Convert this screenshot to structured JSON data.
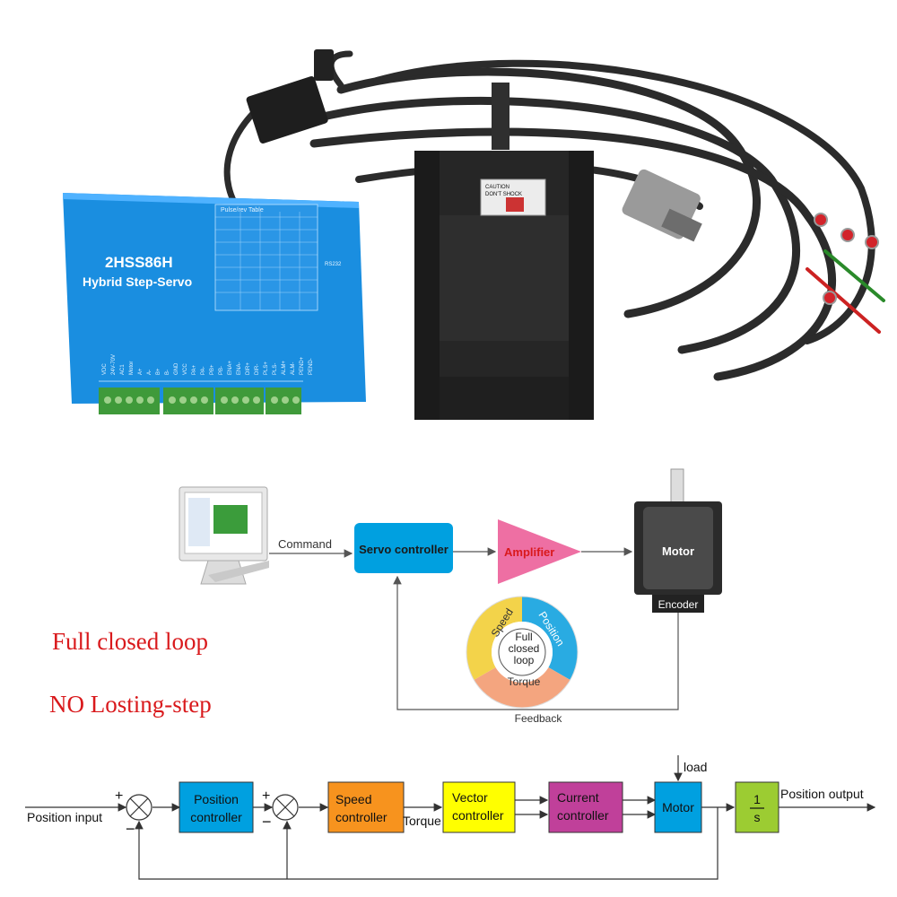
{
  "product": {
    "model": "2HSS86H",
    "subtitle": "Hybrid Step-Servo",
    "table_title": "Pulse/rev Table",
    "rs232": "RS232",
    "caution": "CAUTION",
    "dont_shock": "DON'T SHOCK",
    "terminals": [
      "VDC",
      "24V-70V",
      "AC1",
      "Motor",
      "A+",
      "A-",
      "B+",
      "B-",
      "GND",
      "VCC",
      "PA+",
      "PA-",
      "PB+",
      "PB-",
      "ENA+",
      "ENA-",
      "DIR+",
      "DIR-",
      "PLS+",
      "PLS-",
      "ALM+",
      "ALM-",
      "PEND+",
      "PEND-"
    ]
  },
  "closed_loop_diagram": {
    "command": "Command",
    "servo_controller": "Servo controller",
    "amplifier": "Amplifier",
    "motor": "Motor",
    "encoder": "Encoder",
    "feedback": "Feedback",
    "ring": {
      "speed": "Speed",
      "position": "Position",
      "torque": "Torque",
      "center": [
        "Full",
        "closed",
        "loop"
      ]
    }
  },
  "tagline": [
    "Full closed loop",
    "NO Losting-step"
  ],
  "block_diagram": {
    "position_input": "Position input",
    "position_controller": [
      "Position",
      "controller"
    ],
    "speed_controller": [
      "Speed",
      "controller"
    ],
    "torque": "Torque",
    "vector_controller": [
      "Vector",
      "controller"
    ],
    "current_controller": [
      "Current",
      "controller"
    ],
    "motor": "Motor",
    "load": "load",
    "integrator_num": "1",
    "integrator_den": "s",
    "position_output": "Position output",
    "plus": "+",
    "minus": "−"
  },
  "colors": {
    "driver_blue": "#1a8ee0",
    "terminal_green": "#3f9a3a",
    "block_cyan": "#00a0e0",
    "block_orange": "#f7931e",
    "block_yellow": "#ffff00",
    "block_magenta": "#c0409a",
    "block_lime": "#9ccc32",
    "amplifier_pink": "#ee6fa3",
    "tagline_red": "#d9191c"
  }
}
